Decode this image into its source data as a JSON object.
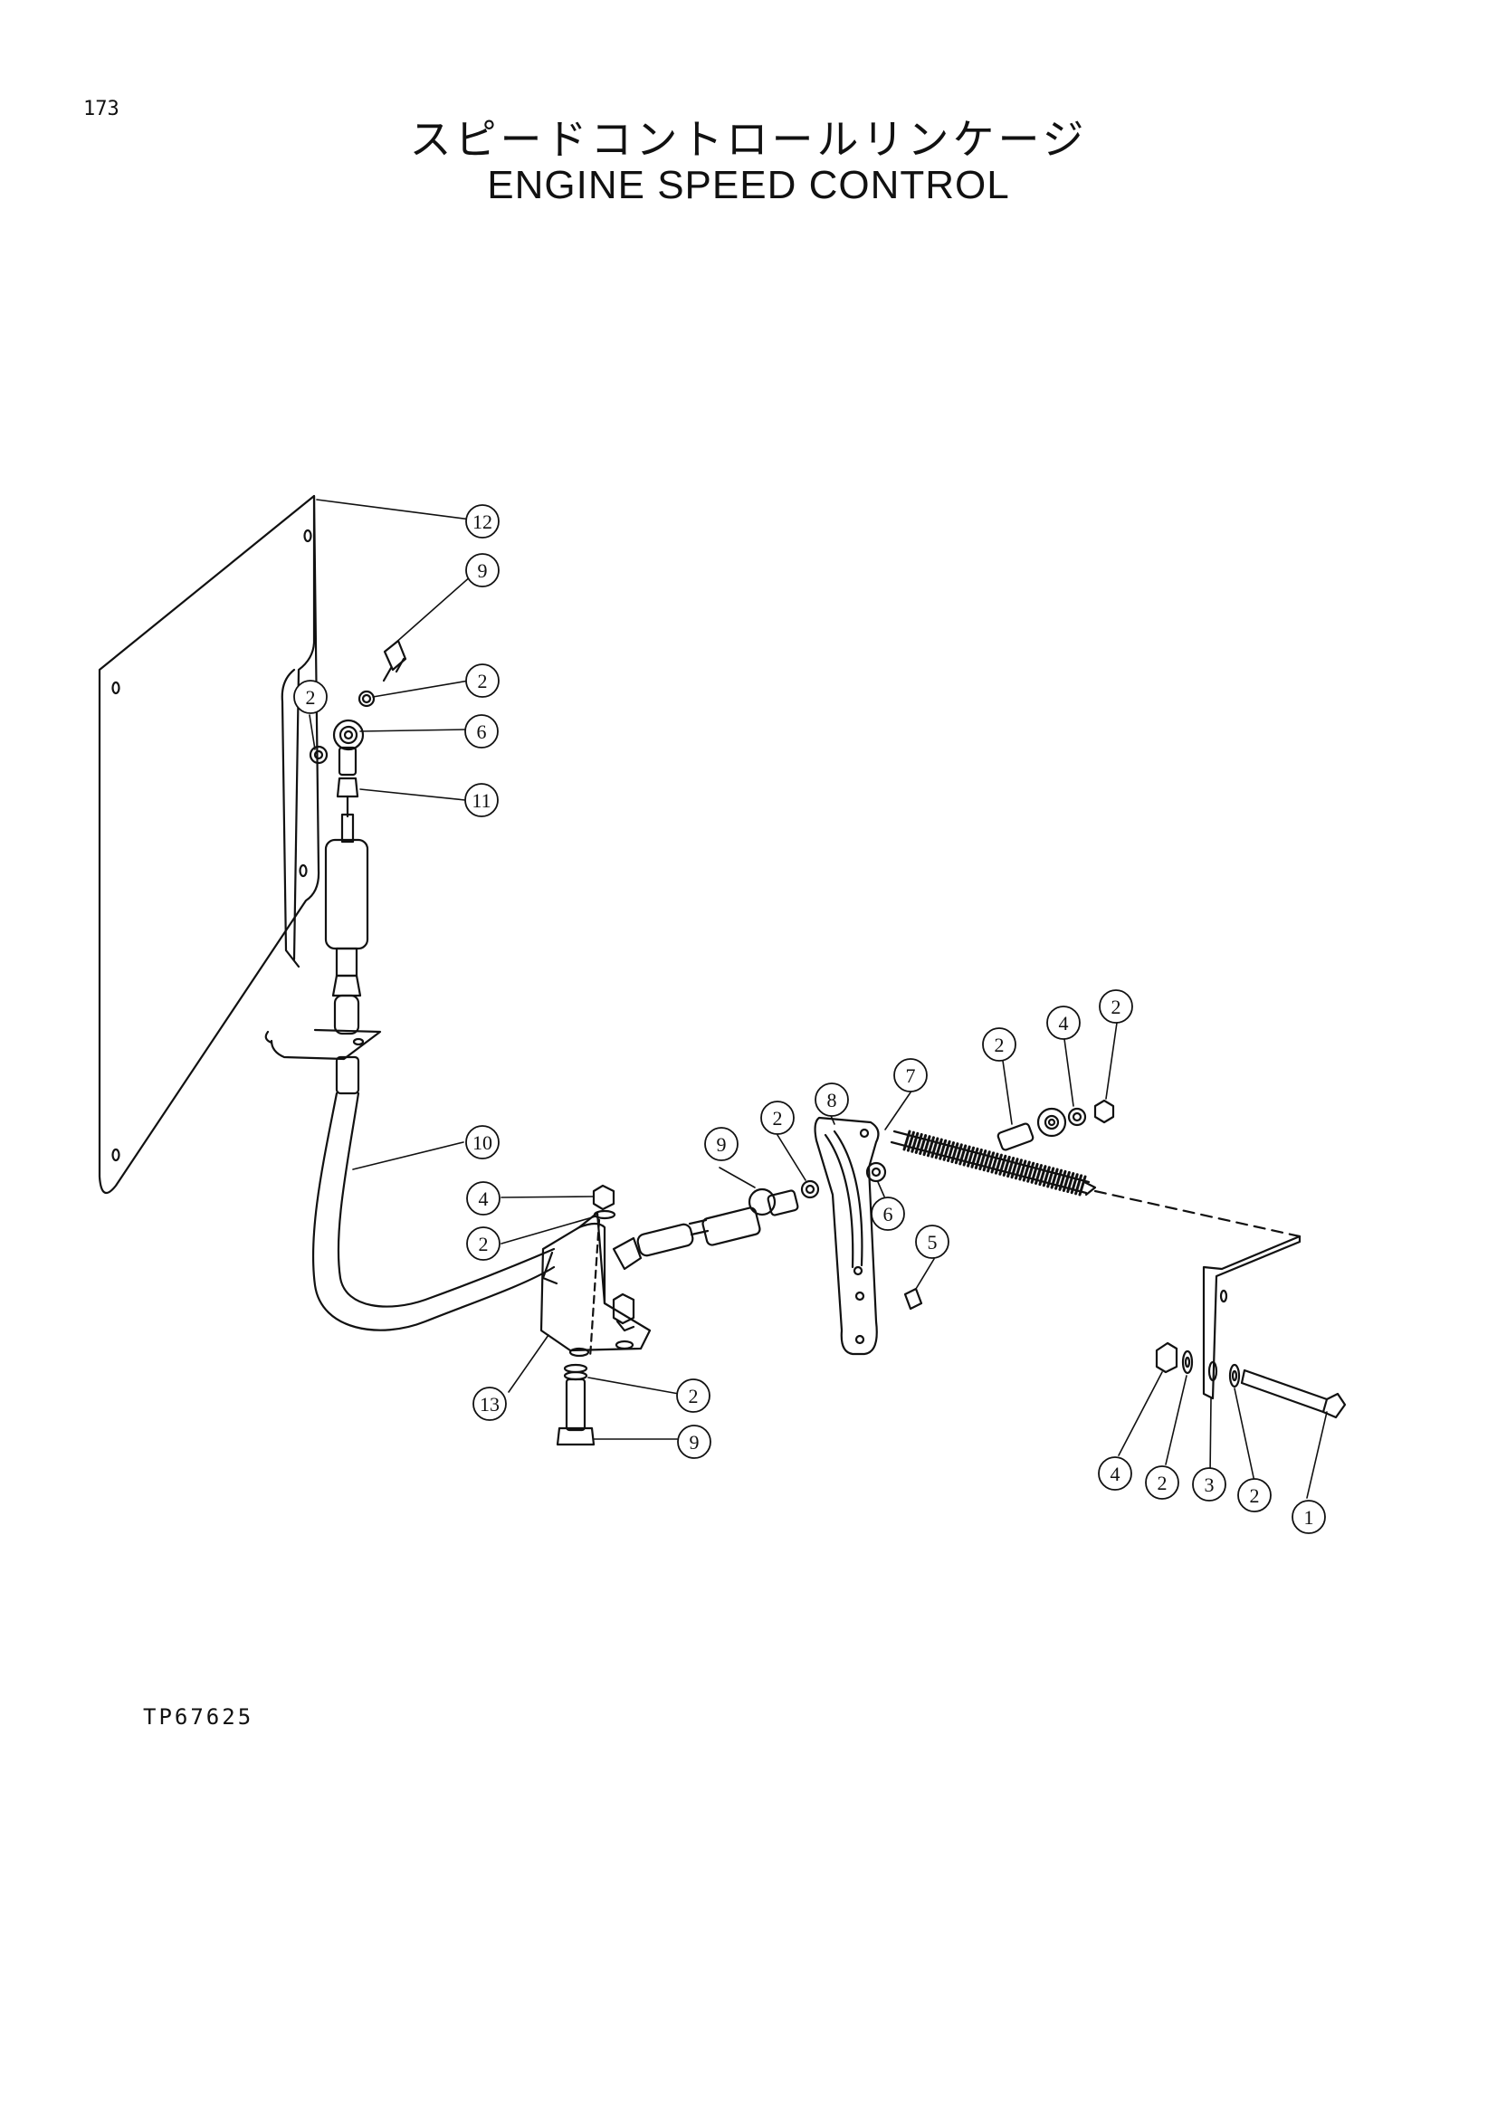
{
  "page": {
    "number": "173",
    "title_jp": "スピードコントロールリンケージ",
    "title_en": "ENGINE SPEED CONTROL",
    "drawing_code": "TP67625"
  },
  "callouts": [
    "12",
    "9",
    "2",
    "2",
    "6",
    "11",
    "10",
    "4",
    "2",
    "13",
    "2",
    "9",
    "9",
    "2",
    "8",
    "7",
    "6",
    "2",
    "4",
    "2",
    "5",
    "4",
    "2",
    "3",
    "2",
    "1"
  ]
}
